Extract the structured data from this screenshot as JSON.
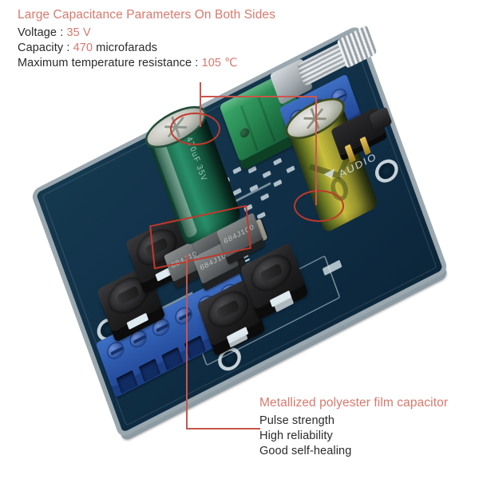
{
  "image": {
    "subject": "Class-D audio amplifier circuit board with annotated capacitors",
    "background_color": "#ffffff"
  },
  "annotations": {
    "top": {
      "title": "Large Capacitance Parameters On Both Sides",
      "title_color": "#d8796d",
      "lines": [
        {
          "label": "Voltage :",
          "value": "35 V"
        },
        {
          "label": "Capacity :",
          "value": "470",
          "suffix": "microfarads"
        },
        {
          "label": "Maximum temperature resistance :",
          "value": "105 ℃"
        }
      ]
    },
    "bottom": {
      "title": "Metallized polyester film capacitor",
      "title_color": "#d8796d",
      "lines": [
        "Pulse strength",
        "High reliability",
        "Good self-healing"
      ]
    },
    "highlight_color": "#c0392b",
    "leader_color": "#c9564b",
    "callouts": [
      {
        "name": "green-electrolytic-capacitor",
        "shape": "ellipse"
      },
      {
        "name": "yellow-electrolytic-capacitor",
        "shape": "ellipse"
      },
      {
        "name": "film-capacitor-group",
        "shape": "rectangle"
      }
    ]
  },
  "board": {
    "pcb_color": "#12324a",
    "edge_color": "#9aa7ae",
    "silkscreen_text": "AUDIO",
    "components": {
      "terminal_block_6pin": {
        "label": "speaker-power-terminal",
        "color": "#2f5db0",
        "positions": 6
      },
      "terminal_block_3pin": {
        "label": "input-terminal",
        "color": "#2f5db0",
        "positions": 3
      },
      "inductors": {
        "label": "shielded-power-inductor",
        "count": 4,
        "color": "#242426"
      },
      "electrolytic_green": {
        "label": "green-electrolytic-capacitor",
        "color": "#29906a",
        "text": "470uF 35V"
      },
      "electrolytic_yellow": {
        "label": "yellow-electrolytic-capacitor",
        "color": "#c9bf3e"
      },
      "green_block": {
        "label": "green-block-capacitor",
        "color": "#2a8d55"
      },
      "potentiometer": {
        "label": "volume-potentiometer",
        "color": "#c8ced2"
      },
      "audio_jack": {
        "label": "audio-jack",
        "color": "#1b1b1d"
      },
      "film_capacitors": {
        "label": "metallized-polyester-film-capacitor",
        "count": 4,
        "color": "#6f7374",
        "marking": "684J100"
      },
      "ic": {
        "label": "amplifier-ic",
        "color": "#1a1b1d"
      },
      "qfn_chip": {
        "label": "qfn-chip",
        "color": "#9e9a8c"
      }
    }
  }
}
